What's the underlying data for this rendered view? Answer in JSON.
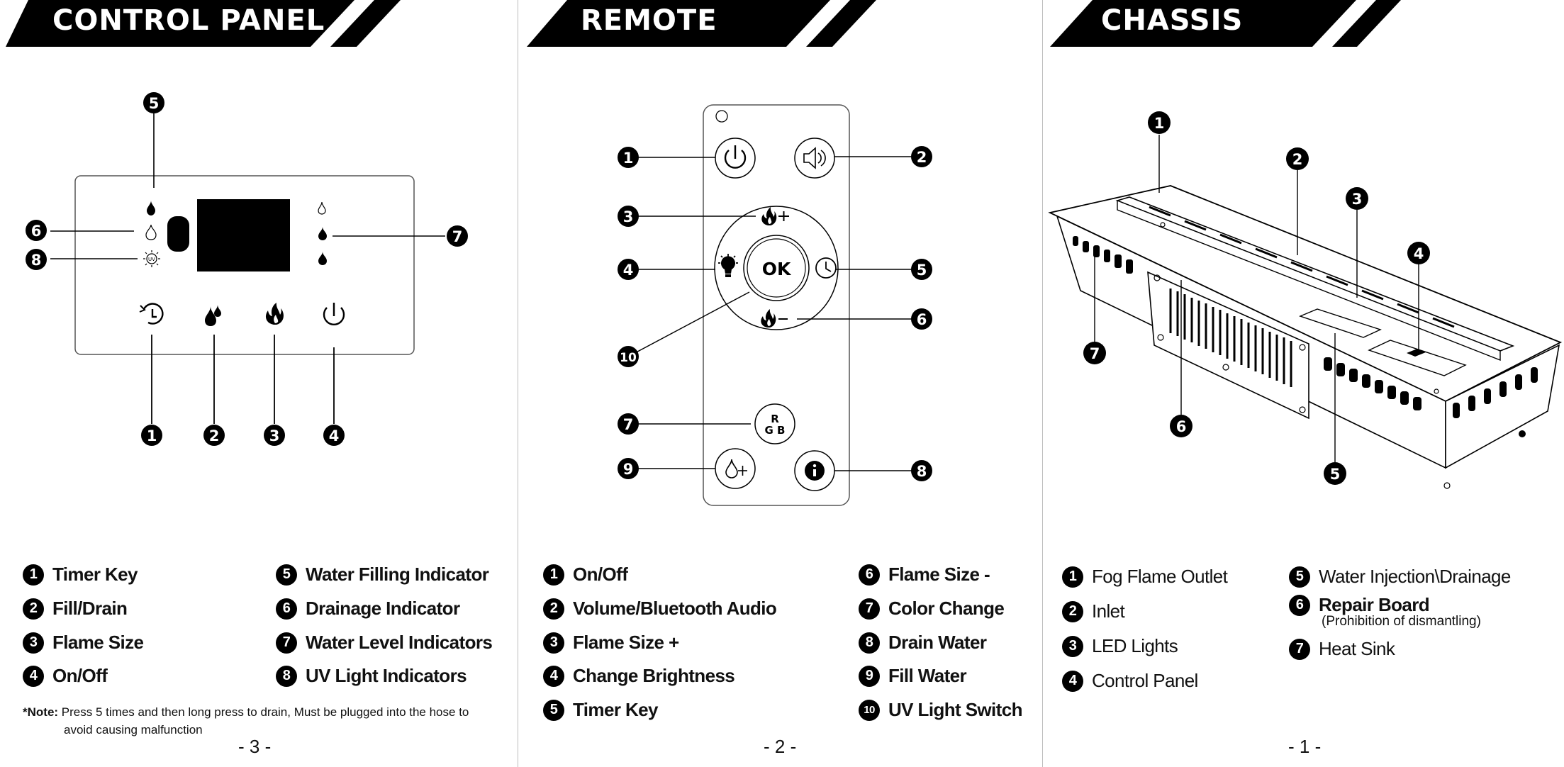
{
  "panels": {
    "control": {
      "title": "CONTROL PANEL",
      "legend_left": [
        {
          "n": "1",
          "label": "Timer Key"
        },
        {
          "n": "2",
          "label": "Fill/Drain"
        },
        {
          "n": "3",
          "label": "Flame Size"
        },
        {
          "n": "4",
          "label": "On/Off"
        }
      ],
      "legend_right": [
        {
          "n": "5",
          "label": "Water Filling Indicator"
        },
        {
          "n": "6",
          "label": "Drainage Indicator"
        },
        {
          "n": "7",
          "label": "Water Level Indicators"
        },
        {
          "n": "8",
          "label": "UV Light Indicators"
        }
      ],
      "note_label": "*Note:",
      "note_line1": "Press 5 times and then long press to drain, Must be plugged into the hose  to",
      "note_line2": "avoid  causing malfunction",
      "page": "- 3 -",
      "uv_text": "UV"
    },
    "remote": {
      "title": "REMOTE",
      "legend_left": [
        {
          "n": "1",
          "label": "On/Off"
        },
        {
          "n": "2",
          "label": "Volume/Bluetooth Audio"
        },
        {
          "n": "3",
          "label": "Flame Size +"
        },
        {
          "n": "4",
          "label": "Change Brightness"
        },
        {
          "n": "5",
          "label": "Timer Key"
        }
      ],
      "legend_right": [
        {
          "n": "6",
          "label": "Flame Size -"
        },
        {
          "n": "7",
          "label": "Color Change"
        },
        {
          "n": "8",
          "label": "Drain Water"
        },
        {
          "n": "9",
          "label": "Fill Water"
        },
        {
          "n": "10",
          "label": "UV Light Switch"
        }
      ],
      "ok_label": "OK",
      "rgb_r": "R",
      "rgb_gb": "G B",
      "page": "- 2 -"
    },
    "chassis": {
      "title": "CHASSIS",
      "legend_left": [
        {
          "n": "1",
          "label": "Fog Flame Outlet"
        },
        {
          "n": "2",
          "label": "Inlet"
        },
        {
          "n": "3",
          "label": "LED Lights"
        },
        {
          "n": "4",
          "label": "Control Panel"
        }
      ],
      "legend_right": [
        {
          "n": "5",
          "label": "Water Injection\\Drainage"
        },
        {
          "n": "6",
          "label": "Repair Board"
        },
        {
          "n": "7",
          "label": "Heat Sink"
        }
      ],
      "repair_sub": "(Prohibition of dismantling)",
      "page": "- 1 -"
    }
  }
}
